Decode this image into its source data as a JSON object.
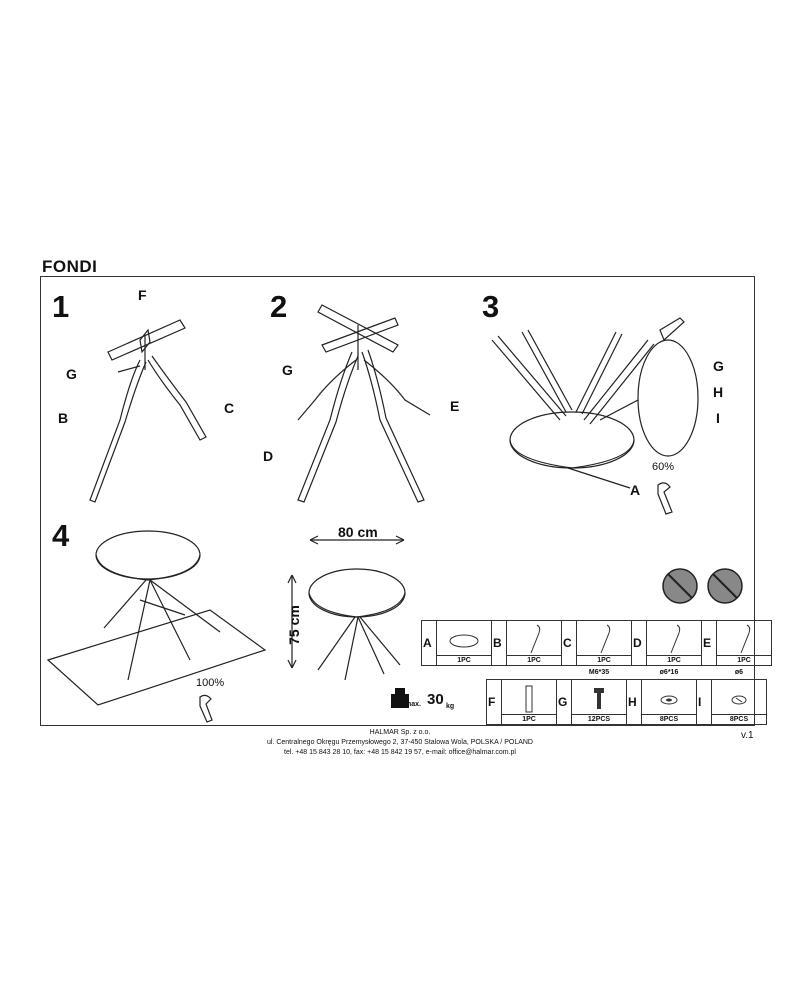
{
  "document": {
    "title": "FONDI",
    "version": "v.1"
  },
  "steps": [
    {
      "number": "1",
      "labels": [
        "F",
        "G",
        "B",
        "C"
      ]
    },
    {
      "number": "2",
      "labels": [
        "G",
        "E",
        "D"
      ]
    },
    {
      "number": "3",
      "labels": [
        "G",
        "H",
        "I",
        "A"
      ],
      "torque": "60%"
    },
    {
      "number": "4",
      "torque": "100%"
    }
  ],
  "dimensions": {
    "width": "80 cm",
    "height": "75 cm"
  },
  "max_load": {
    "prefix": "max.",
    "value": "30",
    "unit": "kg"
  },
  "parts_row1": [
    {
      "key": "A",
      "qty": "1PC"
    },
    {
      "key": "B",
      "qty": "1PC"
    },
    {
      "key": "C",
      "qty": "1PC"
    },
    {
      "key": "D",
      "qty": "1PC"
    },
    {
      "key": "E",
      "qty": "1PC"
    }
  ],
  "parts_row2": [
    {
      "key": "F",
      "qty": "1PC",
      "spec": ""
    },
    {
      "key": "G",
      "qty": "12PCS",
      "spec": "M6*35"
    },
    {
      "key": "H",
      "qty": "8PCS",
      "spec": "ø6*16"
    },
    {
      "key": "I",
      "qty": "8PCS",
      "spec": "ø6"
    }
  ],
  "footer": {
    "company": "HALMAR Sp. z o.o.",
    "address": "ul. Centralnego Okręgu Przemysłowego 2, 37-450 Stalowa Wola, POLSKA / POLAND",
    "contact": "tel. +48 15 843 28 10, fax: +48 15 842 19 57, e-mail: office@halmar.com.pl"
  }
}
